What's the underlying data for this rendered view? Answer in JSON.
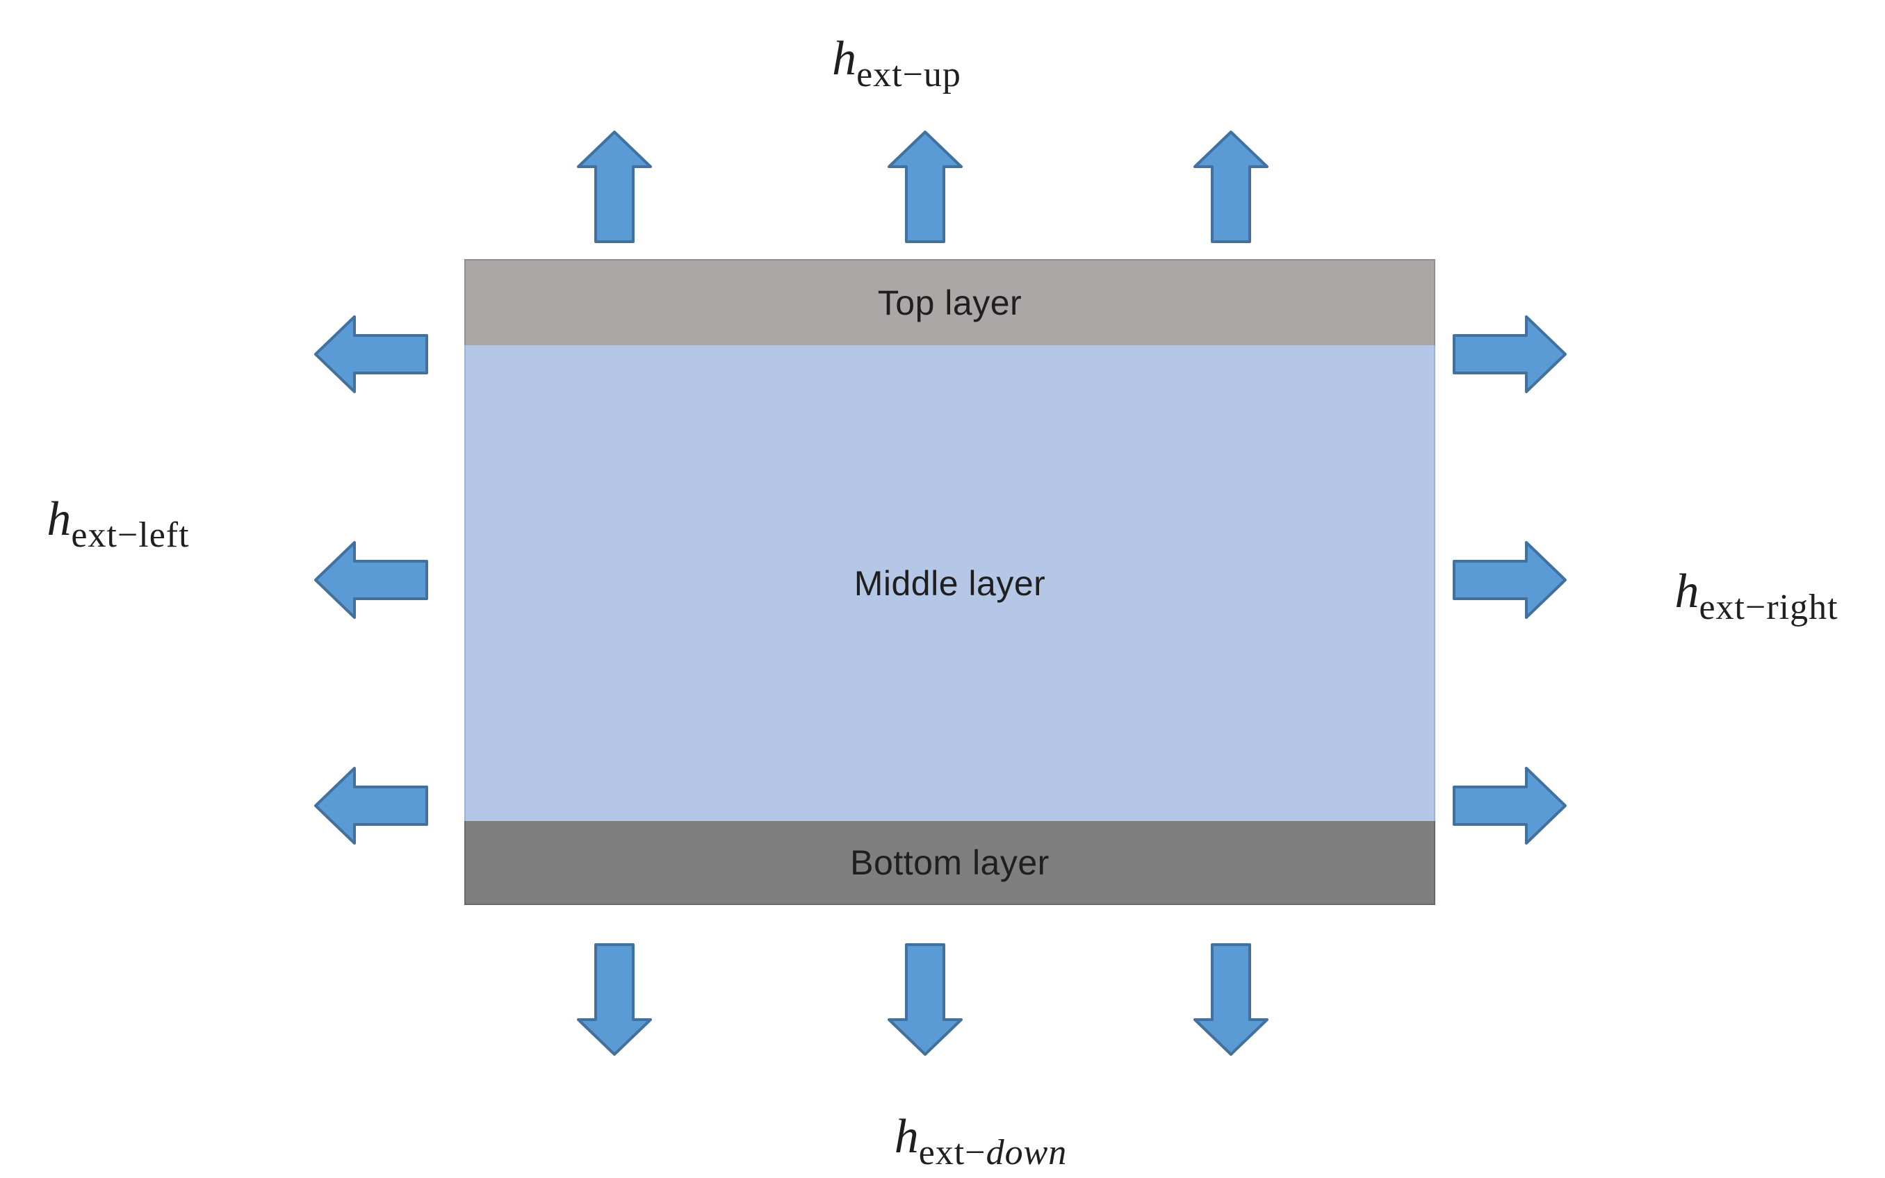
{
  "diagram": {
    "layers": [
      {
        "id": "top",
        "label": "Top layer"
      },
      {
        "id": "middle",
        "label": "Middle layer"
      },
      {
        "id": "bottom",
        "label": "Bottom layer"
      }
    ],
    "labels": {
      "up": {
        "symbol": "h",
        "subscript": "ext−up"
      },
      "left": {
        "symbol": "h",
        "subscript": "ext−left"
      },
      "right": {
        "symbol": "h",
        "subscript": "ext−right"
      },
      "down": {
        "symbol": "h",
        "subscript_roman": "ext−",
        "subscript_italic": "down"
      }
    },
    "arrows": {
      "top": {
        "direction": "up",
        "count": 3
      },
      "bottom": {
        "direction": "down",
        "count": 3
      },
      "left": {
        "direction": "left",
        "count": 3
      },
      "right": {
        "direction": "right",
        "count": 3
      }
    }
  },
  "colors": {
    "arrow_fill": "#5b9bd5",
    "arrow_stroke": "#41719c",
    "layer_top": "#aca7a7",
    "layer_middle": "#b4c7e7",
    "layer_bottom": "#7f7f7f",
    "text": "#1f1f1f",
    "background": "#ffffff"
  }
}
